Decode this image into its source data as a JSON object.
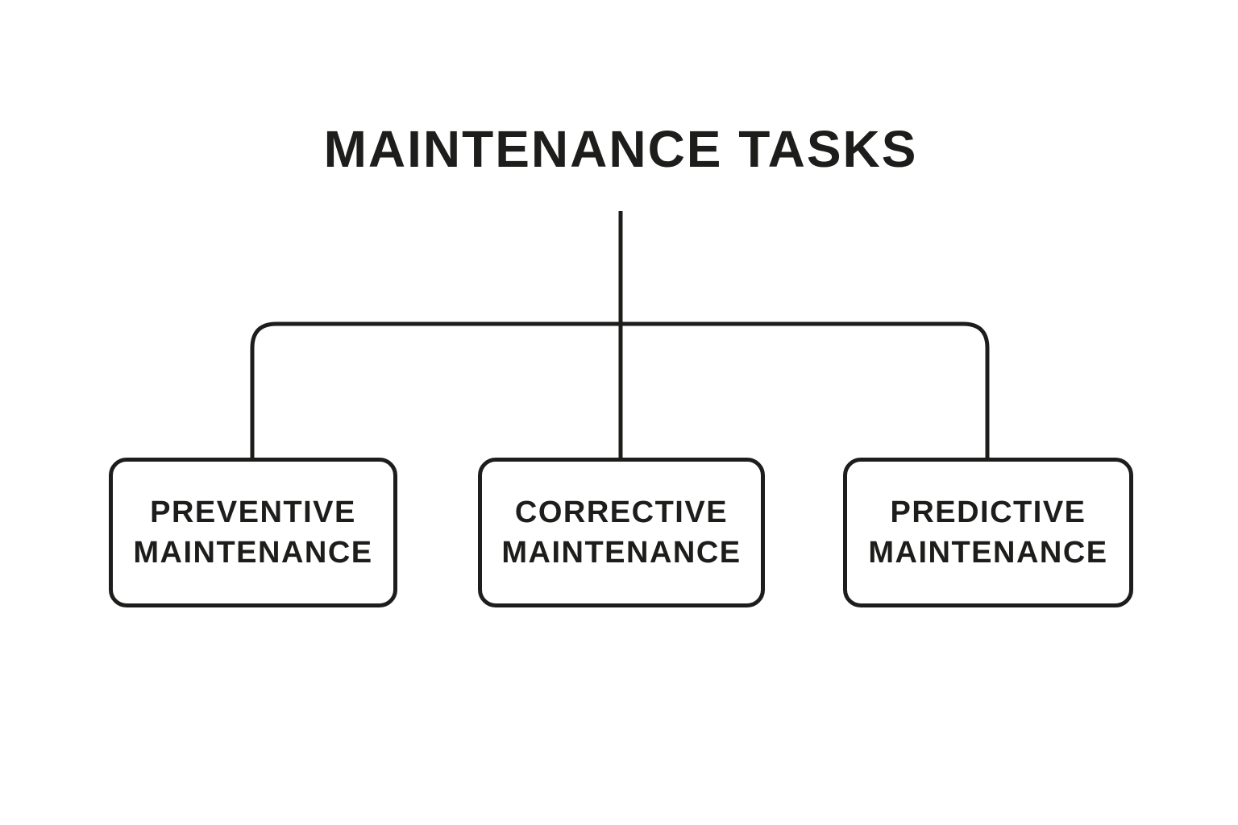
{
  "diagram": {
    "title": "MAINTENANCE TASKS",
    "line_color": "#1d1d1b",
    "background_color": "#ffffff",
    "nodes": [
      {
        "id": "preventive",
        "line1": "PREVENTIVE",
        "line2": "MAINTENANCE"
      },
      {
        "id": "corrective",
        "line1": "CORRECTIVE",
        "line2": "MAINTENANCE"
      },
      {
        "id": "predictive",
        "line1": "PREDICTIVE",
        "line2": "MAINTENANCE"
      }
    ]
  }
}
